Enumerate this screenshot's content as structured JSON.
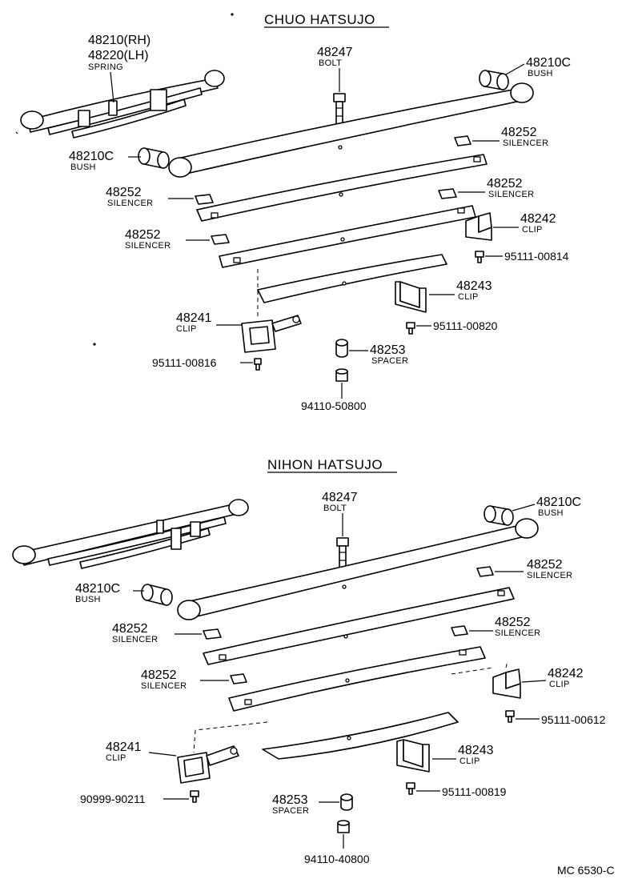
{
  "sections": [
    {
      "title": "CHUO HATSUJO",
      "spring": {
        "number_rh": "48210(RH)",
        "number_lh": "48220(LH)",
        "label": "SPRING"
      },
      "bush_right": {
        "number": "48210C",
        "label": "BUSH"
      },
      "bush_left": {
        "number": "48210C",
        "label": "BUSH"
      },
      "bolt": {
        "number": "48247",
        "label": "BOLT"
      },
      "silencer_1": {
        "number": "48252",
        "label": "SILENCER"
      },
      "silencer_2": {
        "number": "48252",
        "label": "SILENCER"
      },
      "silencer_3": {
        "number": "48252",
        "label": "SILENCER"
      },
      "silencer_4": {
        "number": "48252",
        "label": "SILENCER"
      },
      "clip_48242": {
        "number": "48242",
        "label": "CLIP"
      },
      "screw_a": {
        "number": "95111-00814"
      },
      "clip_48243": {
        "number": "48243",
        "label": "CLIP"
      },
      "screw_b": {
        "number": "95111-00820"
      },
      "clip_48241": {
        "number": "48241",
        "label": "CLIP"
      },
      "spacer": {
        "number": "48253",
        "label": "SPACER"
      },
      "screw_c": {
        "number": "95111-00816"
      },
      "nut": {
        "number": "94110-50800"
      }
    },
    {
      "title": "NIHON HATSUJO",
      "bolt": {
        "number": "48247",
        "label": "BOLT"
      },
      "bush_right": {
        "number": "48210C",
        "label": "BUSH"
      },
      "silencer_1": {
        "number": "48252",
        "label": "SILENCER"
      },
      "bush_left": {
        "number": "48210C",
        "label": "BUSH"
      },
      "silencer_2": {
        "number": "48252",
        "label": "SILENCER"
      },
      "silencer_3": {
        "number": "48252",
        "label": "SILENCER"
      },
      "silencer_4": {
        "number": "48252",
        "label": "SILENCER"
      },
      "clip_48242": {
        "number": "48242",
        "label": "CLIP"
      },
      "screw_a": {
        "number": "95111-00612"
      },
      "clip_48241": {
        "number": "48241",
        "label": "CLIP"
      },
      "clip_48243": {
        "number": "48243",
        "label": "CLIP"
      },
      "screw_b": {
        "number": "90999-90211"
      },
      "screw_c": {
        "number": "95111-00819"
      },
      "spacer": {
        "number": "48253",
        "label": "SPACER"
      },
      "nut": {
        "number": "94110-40800"
      }
    }
  ],
  "reference": "MC 6530-C"
}
